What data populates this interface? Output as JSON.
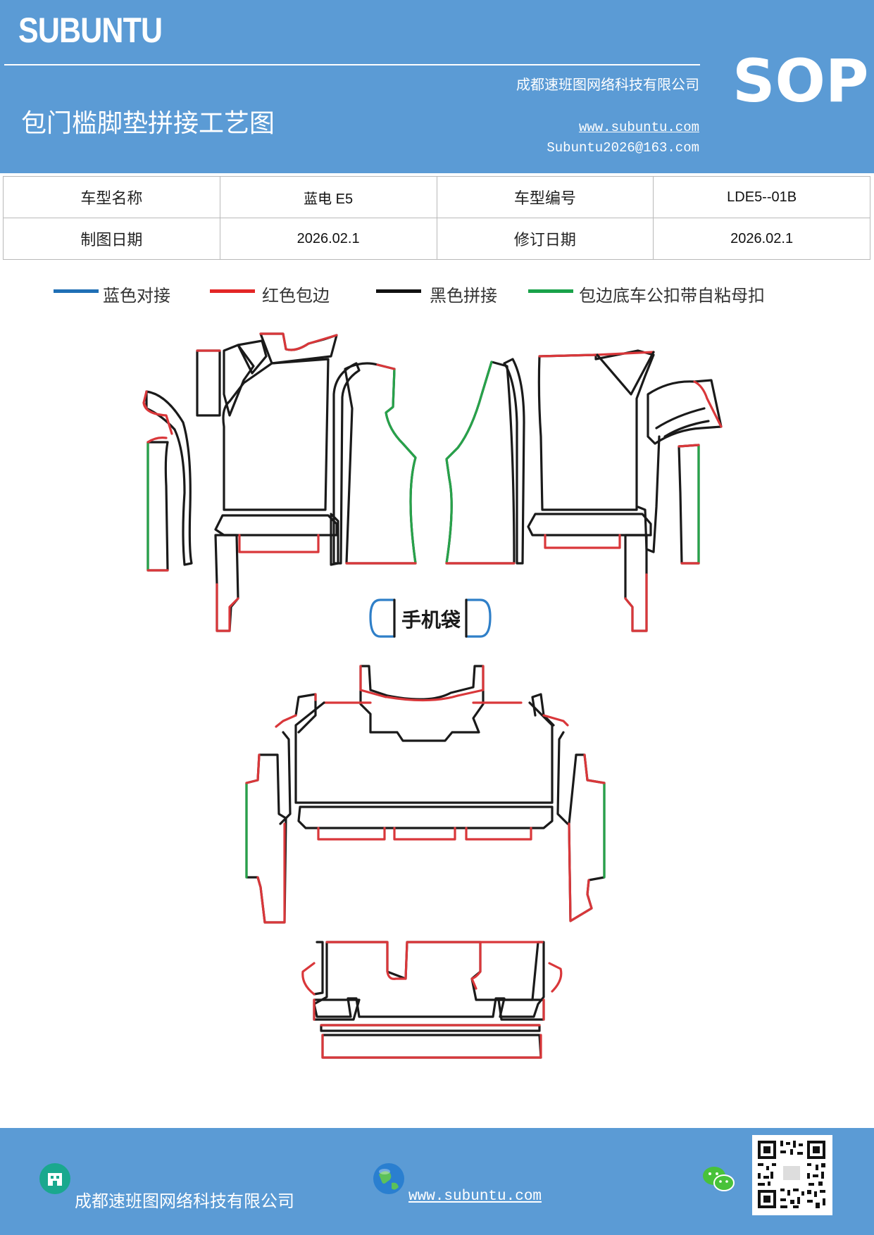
{
  "header": {
    "brand": "SUBUNTU",
    "badge": "SOP",
    "company": "成都速班图网络科技有限公司",
    "title": "包门槛脚垫拼接工艺图",
    "website": "www.subuntu.com",
    "email": "Subuntu2026@163.com"
  },
  "info_table": {
    "model_name_label": "车型名称",
    "model_name_value": "蓝电 E5",
    "model_no_label": "车型编号",
    "model_no_value": "LDE5--01B",
    "draw_date_label": "制图日期",
    "draw_date_value": "2026.02.1",
    "revise_date_label": "修订日期",
    "revise_date_value": "2026.02.1"
  },
  "legend": [
    {
      "label": "蓝色对接",
      "color": "#1f6fb5"
    },
    {
      "label": "红色包边",
      "color": "#e32626"
    },
    {
      "label": "黑色拼接",
      "color": "#111111"
    },
    {
      "label": "包边底车公扣带自粘母扣",
      "color": "#1aa24a"
    }
  ],
  "drawing": {
    "phone_pocket_label": "手机袋",
    "colors": {
      "black": "#1a1a1a",
      "red": "#d9373a",
      "green": "#27a24a",
      "blue": "#2f7fc8"
    }
  },
  "footer": {
    "company": "成都速班图网络科技有限公司",
    "website": "www.subuntu.com",
    "icons": [
      "building-icon",
      "globe-icon",
      "wechat-icon",
      "qr-code"
    ]
  }
}
